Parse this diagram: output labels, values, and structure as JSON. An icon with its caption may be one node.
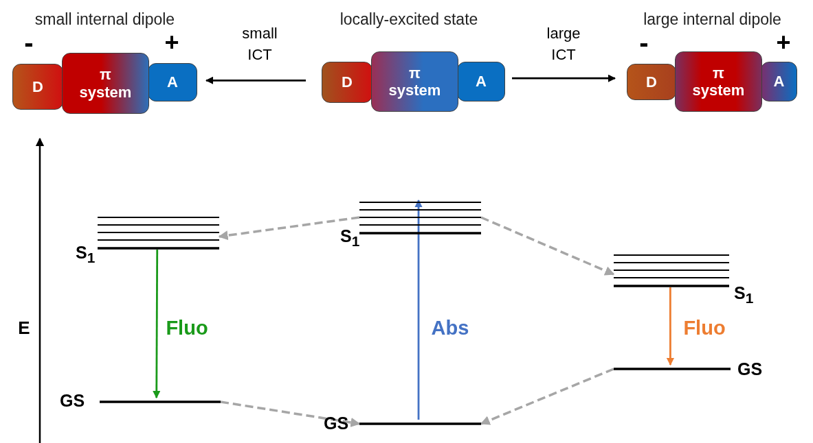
{
  "diagram": {
    "nodes": [
      {
        "text": [
          "small internal dipole"
        ]
      },
      {
        "text": [
          "D"
        ],
        "in": 0
      },
      {
        "text": [
          "π system"
        ],
        "in": 0
      },
      {
        "text": [
          "A"
        ],
        "in": 0
      },
      {
        "text": [
          "locally-excited state"
        ]
      },
      {
        "text": [
          "D"
        ],
        "in": 4
      },
      {
        "text": [
          "π system"
        ],
        "in": 4
      },
      {
        "text": [
          "A"
        ],
        "in": 4
      },
      {
        "text": [
          "large internal dipole"
        ]
      },
      {
        "text": [
          "D"
        ],
        "in": 8
      },
      {
        "text": [
          "π system"
        ],
        "in": 8
      },
      {
        "text": [
          "A"
        ],
        "in": 8
      },
      {
        "text": [
          "S$_{1}$"
        ]
      },
      {
        "text": [
          "GS"
        ]
      },
      {
        "text": [
          "S$_{1}$"
        ]
      },
      {
        "text": [
          "GS"
        ]
      },
      {
        "text": [
          "S$_{1}$"
        ]
      },
      {
        "text": [
          "GS"
        ]
      }
    ],
    "edges": [
      {
        "from": 4,
        "to": 0,
        "arrow": "to",
        "label": "small ICT",
        "color": "#000000"
      },
      {
        "from": 4,
        "to": 8,
        "arrow": "to",
        "label": "large ICT",
        "color": "#000000"
      },
      {
        "from": 14,
        "to": 12,
        "arrow": "to",
        "style": "dashed",
        "color": "#a6a6a6"
      },
      {
        "from": 12,
        "to": 13,
        "arrow": "to",
        "label": "Fluo",
        "color": "#1a9a1a"
      },
      {
        "from": 13,
        "to": 15,
        "arrow": "to",
        "style": "dashed",
        "color": "#a6a6a6"
      },
      {
        "from": 15,
        "to": 14,
        "arrow": "to",
        "label": "Abs",
        "color": "#4472c4"
      },
      {
        "from": 14,
        "to": 16,
        "arrow": "to",
        "style": "dashed",
        "color": "#a6a6a6"
      },
      {
        "from": 16,
        "to": 17,
        "arrow": "to",
        "label": "Fluo",
        "color": "#ed7d31"
      },
      {
        "from": 17,
        "to": 15,
        "arrow": "to",
        "style": "dashed",
        "color": "#a6a6a6"
      }
    ],
    "labels": [
      "-",
      "+",
      "-",
      "+",
      "E"
    ]
  }
}
